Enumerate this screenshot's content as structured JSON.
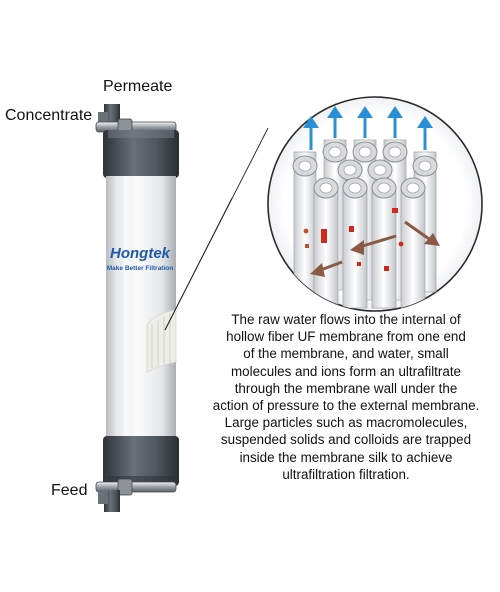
{
  "labels": {
    "permeate": "Permeate",
    "concentrate": "Concentrate",
    "feed": "Feed"
  },
  "logo": {
    "brand": "Hongtek",
    "tagline": "Make Better Filtration"
  },
  "description": {
    "lines": [
      "The raw water flows into the internal of",
      "hollow fiber UF membrane from one end",
      "of the membrane, and water, small",
      "molecules and ions form an ultrafiltrate",
      "through the membrane wall under the",
      "action of pressure to the external membrane.",
      "Large particles such as macromolecules,",
      "suspended solids and colloids are trapped",
      "inside the membrane silk to achieve",
      "ultrafiltration filtration."
    ]
  },
  "colors": {
    "arrow_blue": "#2b8fd6",
    "arrow_brown": "#8a5a44",
    "particle_red": "#d0281c",
    "brand_blue": "#1d5aa8",
    "cap_dark": "#4a5058"
  }
}
